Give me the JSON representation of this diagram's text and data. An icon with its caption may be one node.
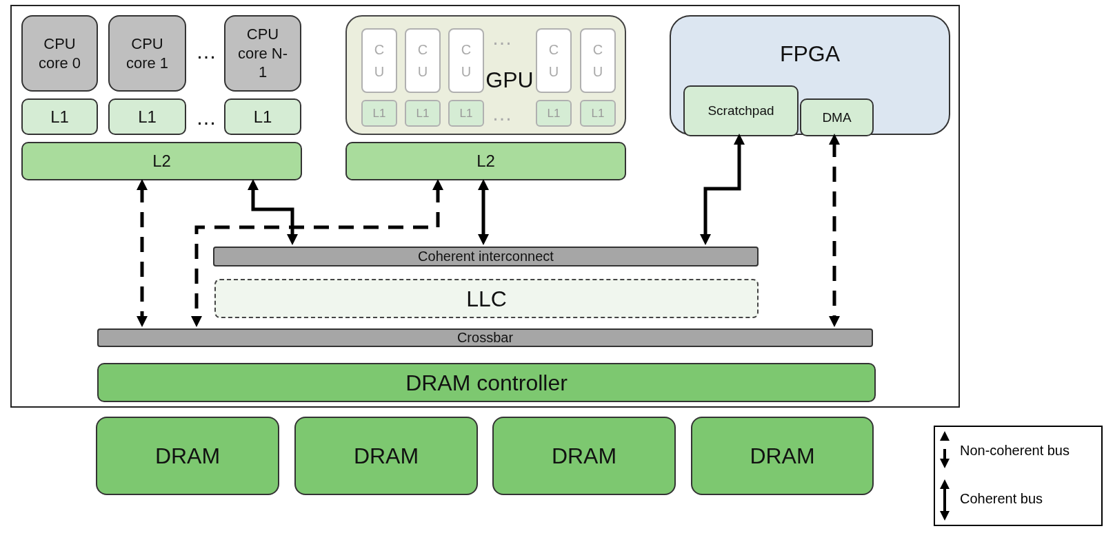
{
  "diagram": {
    "nodes": [
      {
        "text": [],
        "shape": "box"
      },
      {
        "text": [
          "CPU core 0"
        ],
        "in": 0
      },
      {
        "text": [
          "CPU core 1"
        ],
        "in": 0
      },
      {
        "text": [
          "CPU core N-1"
        ],
        "in": 0
      },
      {
        "text": [
          "L1"
        ],
        "in": 0
      },
      {
        "text": [
          "L1"
        ],
        "in": 0
      },
      {
        "text": [
          "L1"
        ],
        "in": 0
      },
      {
        "text": [
          "L2"
        ],
        "in": 0
      },
      {
        "text": [
          "GPU"
        ],
        "in": 0
      },
      {
        "text": [
          "C U"
        ],
        "in": 8
      },
      {
        "text": [
          "C U"
        ],
        "in": 8
      },
      {
        "text": [
          "C U"
        ],
        "in": 8
      },
      {
        "text": [
          "C U"
        ],
        "in": 8
      },
      {
        "text": [
          "C U"
        ],
        "in": 8
      },
      {
        "text": [
          "L1"
        ],
        "in": 8
      },
      {
        "text": [
          "L1"
        ],
        "in": 8
      },
      {
        "text": [
          "L1"
        ],
        "in": 8
      },
      {
        "text": [
          "L1"
        ],
        "in": 8
      },
      {
        "text": [
          "L1"
        ],
        "in": 8
      },
      {
        "text": [
          "L2"
        ],
        "in": 0
      },
      {
        "text": [
          "FPGA"
        ],
        "in": 0
      },
      {
        "text": [
          "Scratchpad"
        ],
        "in": 20
      },
      {
        "text": [
          "DMA"
        ],
        "in": 20
      },
      {
        "text": [
          "Coherent interconnect"
        ],
        "in": 0
      },
      {
        "text": [
          "LLC"
        ],
        "in": 0
      },
      {
        "text": [
          "Crossbar"
        ],
        "in": 0
      },
      {
        "text": [
          "DRAM controller"
        ],
        "in": 0
      },
      {
        "text": [
          "DRAM"
        ]
      },
      {
        "text": [
          "DRAM"
        ]
      },
      {
        "text": [
          "DRAM"
        ]
      },
      {
        "text": [
          "DRAM"
        ]
      }
    ],
    "edges": [
      {
        "from": 7,
        "to": 25,
        "arrow": "both",
        "style": "dashed"
      },
      {
        "from": 7,
        "to": 23,
        "arrow": "both"
      },
      {
        "from": 19,
        "to": 25,
        "arrow": "both",
        "style": "dashed"
      },
      {
        "from": 19,
        "to": 23,
        "arrow": "both"
      },
      {
        "from": 21,
        "to": 23,
        "arrow": "both"
      },
      {
        "from": 22,
        "to": 25,
        "arrow": "both",
        "style": "dashed"
      }
    ],
    "labels": [
      "…",
      "…",
      "…",
      "…"
    ],
    "legend": [
      {
        "text": "Non-coherent bus"
      },
      {
        "text": "Coherent bus"
      }
    ]
  }
}
